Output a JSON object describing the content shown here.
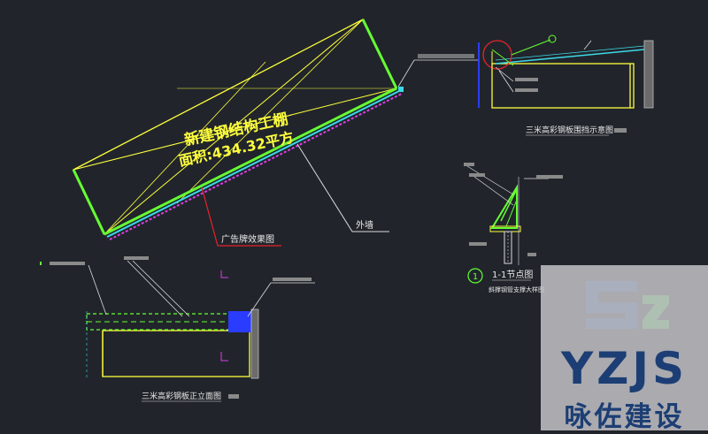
{
  "colors": {
    "background": "#21252b",
    "yellow": "#ffff3c",
    "green": "#66ff33",
    "cyan": "#3cd8e8",
    "magenta": "#e03ce8",
    "red": "#e8222a",
    "white": "#dcdcdc",
    "blue": "#2a3cff",
    "watermark_blue": "#1c3e74"
  },
  "labels": {
    "building_name": "新建钢结构工棚",
    "building_area": "面积:434.32平方",
    "ad_sign_callout": "广告牌效果图",
    "wall_callout": "外墙",
    "top_section_title": "三米高彩钢板围挡示意图",
    "bottom_elevation_title": "三米高彩钢板正立面图",
    "node_number": "1",
    "node_title": "1-1节点图",
    "node_subtitle": "斜撑钢管支撑大样图"
  },
  "watermark": {
    "latin": "YZJS",
    "chinese": "咏佐建设"
  }
}
